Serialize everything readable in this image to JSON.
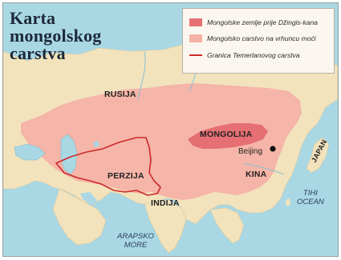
{
  "map": {
    "title_lines": [
      "Karta",
      "mongolskog",
      "carstva"
    ],
    "legend": [
      {
        "label": "Mongolske zemlje prije Džingis-kana",
        "color": "#e56f73",
        "kind": "fill"
      },
      {
        "label": "Mongolsko carstvo na vrhuncu moći",
        "color": "#f4b2a6",
        "kind": "fill"
      },
      {
        "label": "Granica Temerlanovog carstva",
        "color": "#cc2a2a",
        "kind": "line"
      }
    ],
    "labels": {
      "rusija": "RUSIJA",
      "mongolija": "MONGOLIJA",
      "beijing": "Beijing",
      "kina": "KINA",
      "perzija": "PERZIJA",
      "indija": "INDIJA",
      "japan": "JAPAN",
      "tihi": "TIHI",
      "ocean": "OCEAN",
      "arapsko": "ARAPSKO",
      "more": "MORE"
    },
    "colors": {
      "sea": "#a9d8e4",
      "land": "#f2e3bd",
      "empire": "#f4b2a6",
      "core": "#e56f73",
      "border": "#cc2a2a"
    }
  }
}
